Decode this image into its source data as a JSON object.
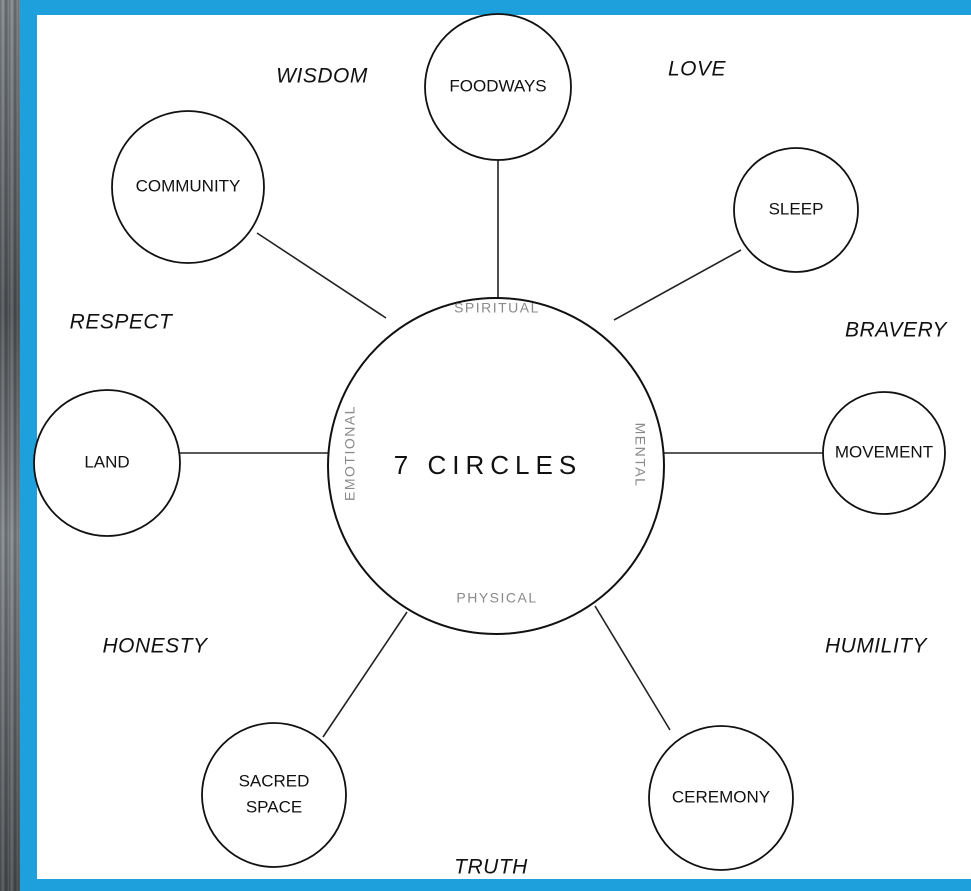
{
  "center": {
    "title": "7 CIRCLES",
    "aspects": {
      "top": "SPIRITUAL",
      "bottom": "PHYSICAL",
      "left": "EMOTIONAL",
      "right": "MENTAL"
    }
  },
  "nodes": [
    {
      "id": "foodways",
      "lines": [
        "FOODWAYS"
      ]
    },
    {
      "id": "sleep",
      "lines": [
        "SLEEP"
      ]
    },
    {
      "id": "movement",
      "lines": [
        "MOVEMENT"
      ]
    },
    {
      "id": "ceremony",
      "lines": [
        "CEREMONY"
      ]
    },
    {
      "id": "sacred-space",
      "lines": [
        "SACRED",
        "SPACE"
      ]
    },
    {
      "id": "land",
      "lines": [
        "LAND"
      ]
    },
    {
      "id": "community",
      "lines": [
        "COMMUNITY"
      ]
    }
  ],
  "values": [
    {
      "id": "wisdom",
      "label": "WISDOM"
    },
    {
      "id": "love",
      "label": "LOVE"
    },
    {
      "id": "respect",
      "label": "RESPECT"
    },
    {
      "id": "bravery",
      "label": "BRAVERY"
    },
    {
      "id": "honesty",
      "label": "HONESTY"
    },
    {
      "id": "humility",
      "label": "HUMILITY"
    },
    {
      "id": "truth",
      "label": "TRUTH"
    }
  ]
}
